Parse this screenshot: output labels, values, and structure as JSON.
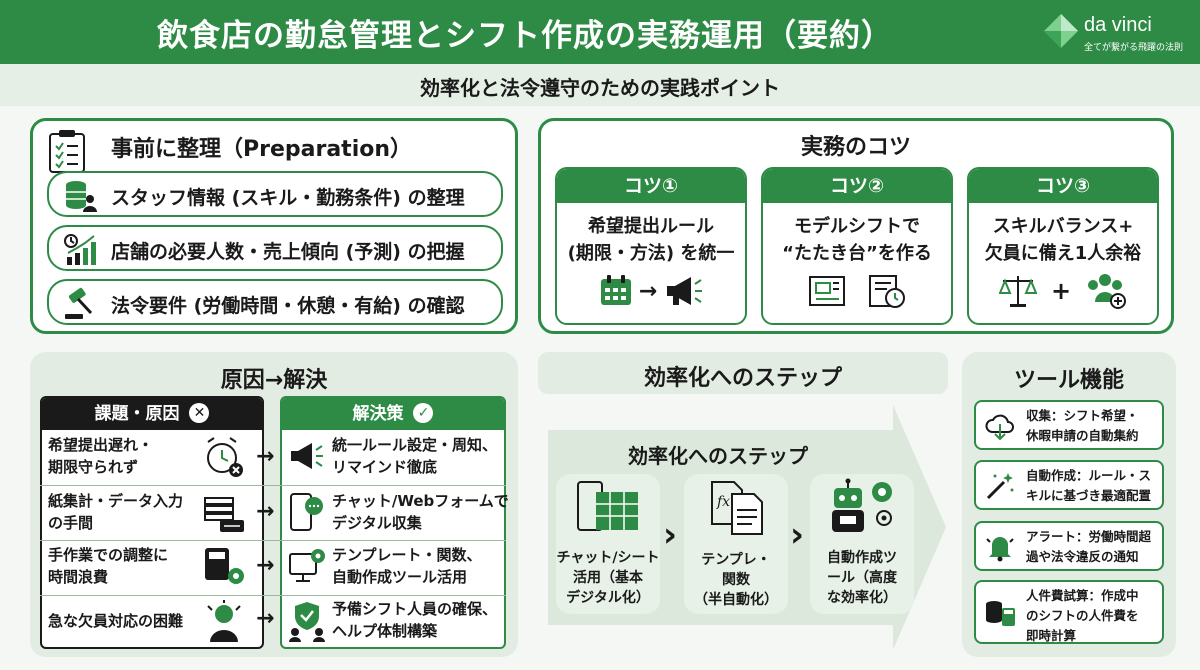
{
  "header": {
    "title": "飲食店の勤怠管理とシフト作成の実務運用（要約）",
    "logo_name": "da vinci",
    "logo_tagline": "全てが繋がる飛躍の法則"
  },
  "subtitle": "効率化と法令遵守のための実践ポイント",
  "preparation": {
    "title": "事前に整理（Preparation）",
    "items": [
      {
        "icon": "staff-database-icon",
        "label": "スタッフ情報 (スキル・勤務条件) の整理"
      },
      {
        "icon": "forecast-chart-icon",
        "label": "店舗の必要人数・売上傾向 (予測) の把握"
      },
      {
        "icon": "gavel-icon",
        "label": "法令要件 (労働時間・休憩・有給) の確認"
      }
    ]
  },
  "tips": {
    "title": "実務のコツ",
    "cards": [
      {
        "header": "コツ①",
        "line1": "希望提出ルール",
        "line2": "(期限・方法) を統一"
      },
      {
        "header": "コツ②",
        "line1": "モデルシフトで",
        "line2": "“たたき台”を作る"
      },
      {
        "header": "コツ③",
        "line1": "スキルバランス+",
        "line2": "欠員に備え1人余裕"
      }
    ],
    "plus": "+",
    "arrow": "→"
  },
  "cause_solution": {
    "title": "原因→解決",
    "issue_header": "課題・原因",
    "solution_header": "解決策",
    "rows": [
      {
        "issue1": "希望提出遅れ・",
        "issue2": "期限守られず",
        "sol1": "統一ルール設定・周知、",
        "sol2": "リマインド徹底"
      },
      {
        "issue1": "紙集計・データ入力",
        "issue2": "の手間",
        "sol1": "チャット/Webフォームで",
        "sol2": "デジタル収集"
      },
      {
        "issue1": "手作業での調整に",
        "issue2": "時間浪費",
        "sol1": "テンプレート・関数、",
        "sol2": "自動作成ツール活用"
      },
      {
        "issue1": "急な欠員対応の困難",
        "issue2": "",
        "sol1": "予備シフト人員の確保、",
        "sol2": "ヘルプ体制構築"
      }
    ],
    "arrow": "→"
  },
  "steps": {
    "title": "効率化へのステップ",
    "inner_title": "効率化へのステップ",
    "items": [
      {
        "l1": "チャット/シート",
        "l2": "活用（基本",
        "l3": "デジタル化）"
      },
      {
        "l1": "テンプレ・",
        "l2": "関数",
        "l3": "（半自動化）"
      },
      {
        "l1": "自動作成ツ",
        "l2": "ール（高度",
        "l3": "な効率化）"
      }
    ],
    "chevron": "›"
  },
  "tools": {
    "title": "ツール機能",
    "items": [
      {
        "l1": "収集：シフト希望・",
        "l2": "休暇申請の自動集約",
        "l3": ""
      },
      {
        "l1": "自動作成：ルール・ス",
        "l2": "キルに基づき最適配置",
        "l3": ""
      },
      {
        "l1": "アラート：労働時間超",
        "l2": "過や法令違反の通知",
        "l3": ""
      },
      {
        "l1": "人件費試算：作成中",
        "l2": "のシフトの人件費を",
        "l3": "即時計算"
      }
    ]
  },
  "colors": {
    "accent": "#2e8b45",
    "soft": "#e3ece3",
    "dark": "#1a1a1a"
  }
}
